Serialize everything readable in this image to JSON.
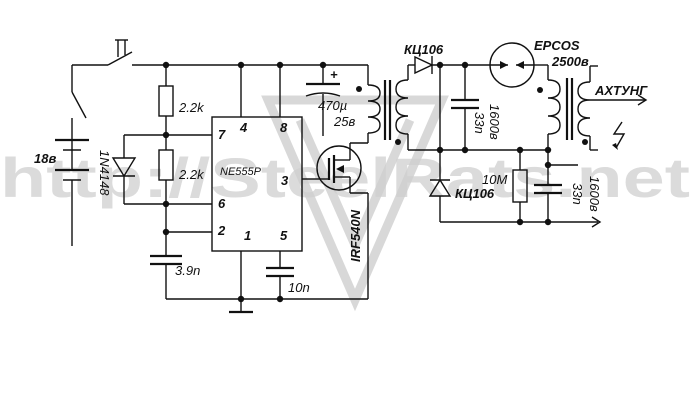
{
  "watermark": {
    "text": "http://SteelRats.net",
    "color": "#cfcfcf"
  },
  "labels": {
    "battery": "18в",
    "diode_1n4148": "1N4148",
    "r1": "2.2k",
    "r2": "2.2k",
    "ic": "NE555P",
    "pin7": "7",
    "pin4": "4",
    "pin8": "8",
    "pin6": "6",
    "pin3": "3",
    "pin2": "2",
    "pin1": "1",
    "pin5": "5",
    "c_timing": "3.9n",
    "c_ctrl": "10n",
    "c_bulk_value": "470µ",
    "c_bulk_voltage": "25в",
    "c_bulk_plus": "+",
    "mosfet": "IRF540N",
    "diode_top": "КЦ106",
    "diode_bottom": "КЦ106",
    "c_mid_voltage": "1600в",
    "c_mid_value": "33n",
    "spark_gap_brand": "EPCOS",
    "spark_gap_voltage": "2500в",
    "resistor_10m": "10M",
    "c_out_voltage": "1600в",
    "c_out_value": "33n",
    "output": "АХТУНГ"
  }
}
